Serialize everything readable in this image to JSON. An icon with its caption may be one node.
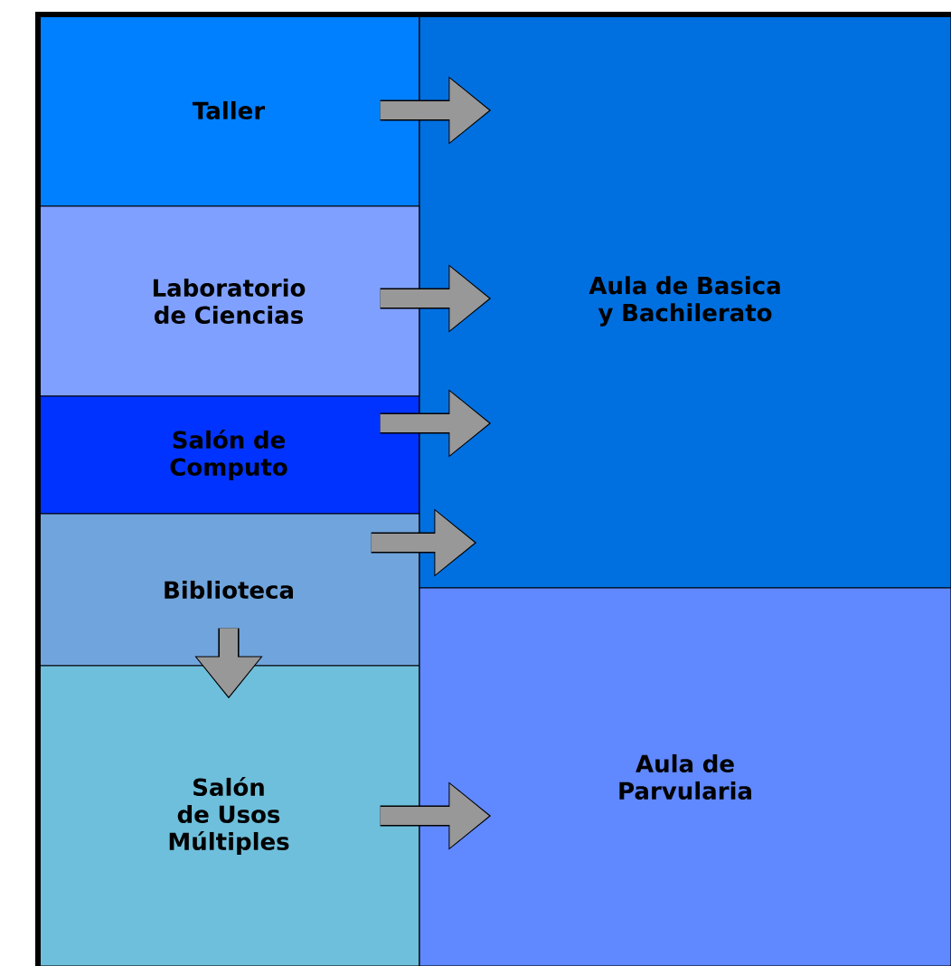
{
  "diagram": {
    "nodes": [
      {
        "text": [
          "Taller"
        ]
      },
      {
        "text": [
          "Laboratorio de Ciencias"
        ]
      },
      {
        "text": [
          "Salón de Computo"
        ]
      },
      {
        "text": [
          "Biblioteca"
        ]
      },
      {
        "text": [
          "Salón de Usos Múltiples"
        ]
      },
      {
        "text": [
          "Aula de Basica y Bachilerato"
        ]
      },
      {
        "text": [
          "Aula de Parvularia"
        ]
      }
    ],
    "edges": [
      {
        "from": 0,
        "to": 5,
        "arrow": "to"
      },
      {
        "from": 1,
        "to": 5,
        "arrow": "to"
      },
      {
        "from": 2,
        "to": 5,
        "arrow": "to"
      },
      {
        "from": 3,
        "to": 5,
        "arrow": "to"
      },
      {
        "from": 3,
        "to": 4,
        "arrow": "to"
      },
      {
        "from": 4,
        "to": 6,
        "arrow": "to"
      }
    ]
  }
}
